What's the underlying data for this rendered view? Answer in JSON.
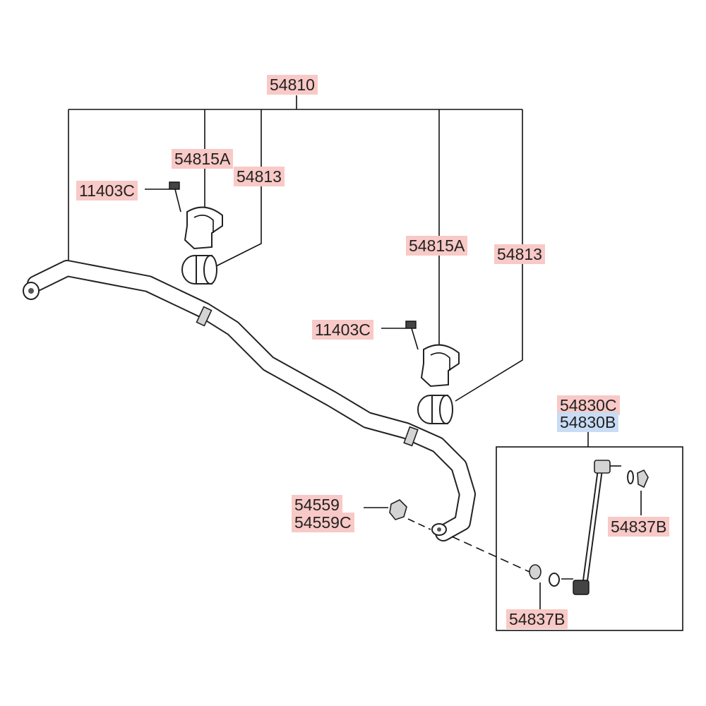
{
  "diagram": {
    "callouts": {
      "p54810": "54810",
      "p54815a_left": "54815A",
      "p54813_left": "54813",
      "p11403c_left": "11403C",
      "p54815a_right": "54815A",
      "p54813_right": "54813",
      "p11403c_right": "11403C",
      "p54830c": "54830C",
      "p54830b": "54830B",
      "p54559": "54559",
      "p54559c": "54559C",
      "p54837b_upper": "54837B",
      "p54837b_lower": "54837B"
    },
    "colors": {
      "label_highlight": "#f8c9c6",
      "selected_highlight": "#c9dcf5",
      "line": "#111111"
    }
  }
}
